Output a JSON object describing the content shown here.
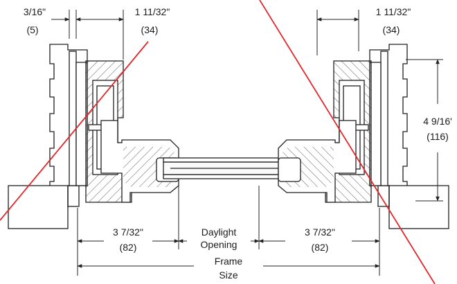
{
  "dimensions": {
    "top_left_small": {
      "imperial": "3/16\"",
      "metric": "(5)"
    },
    "top_left_wide": {
      "imperial": "1 11/32\"",
      "metric": "(34)"
    },
    "top_right_wide": {
      "imperial": "1 11/32\"",
      "metric": "(34)"
    },
    "right_vertical": {
      "imperial": "4 9/16'",
      "metric": "(116)"
    },
    "bottom_left": {
      "imperial": "3 7/32\"",
      "metric": "(82)"
    },
    "bottom_right": {
      "imperial": "3 7/32\"",
      "metric": "(82)"
    },
    "daylight": {
      "line1": "Daylight",
      "line2": "Opening"
    },
    "frame": {
      "line1": "Frame",
      "line2": "Size"
    }
  },
  "colors": {
    "ink": "#1e1e1e",
    "red_line": "#e0262c"
  }
}
